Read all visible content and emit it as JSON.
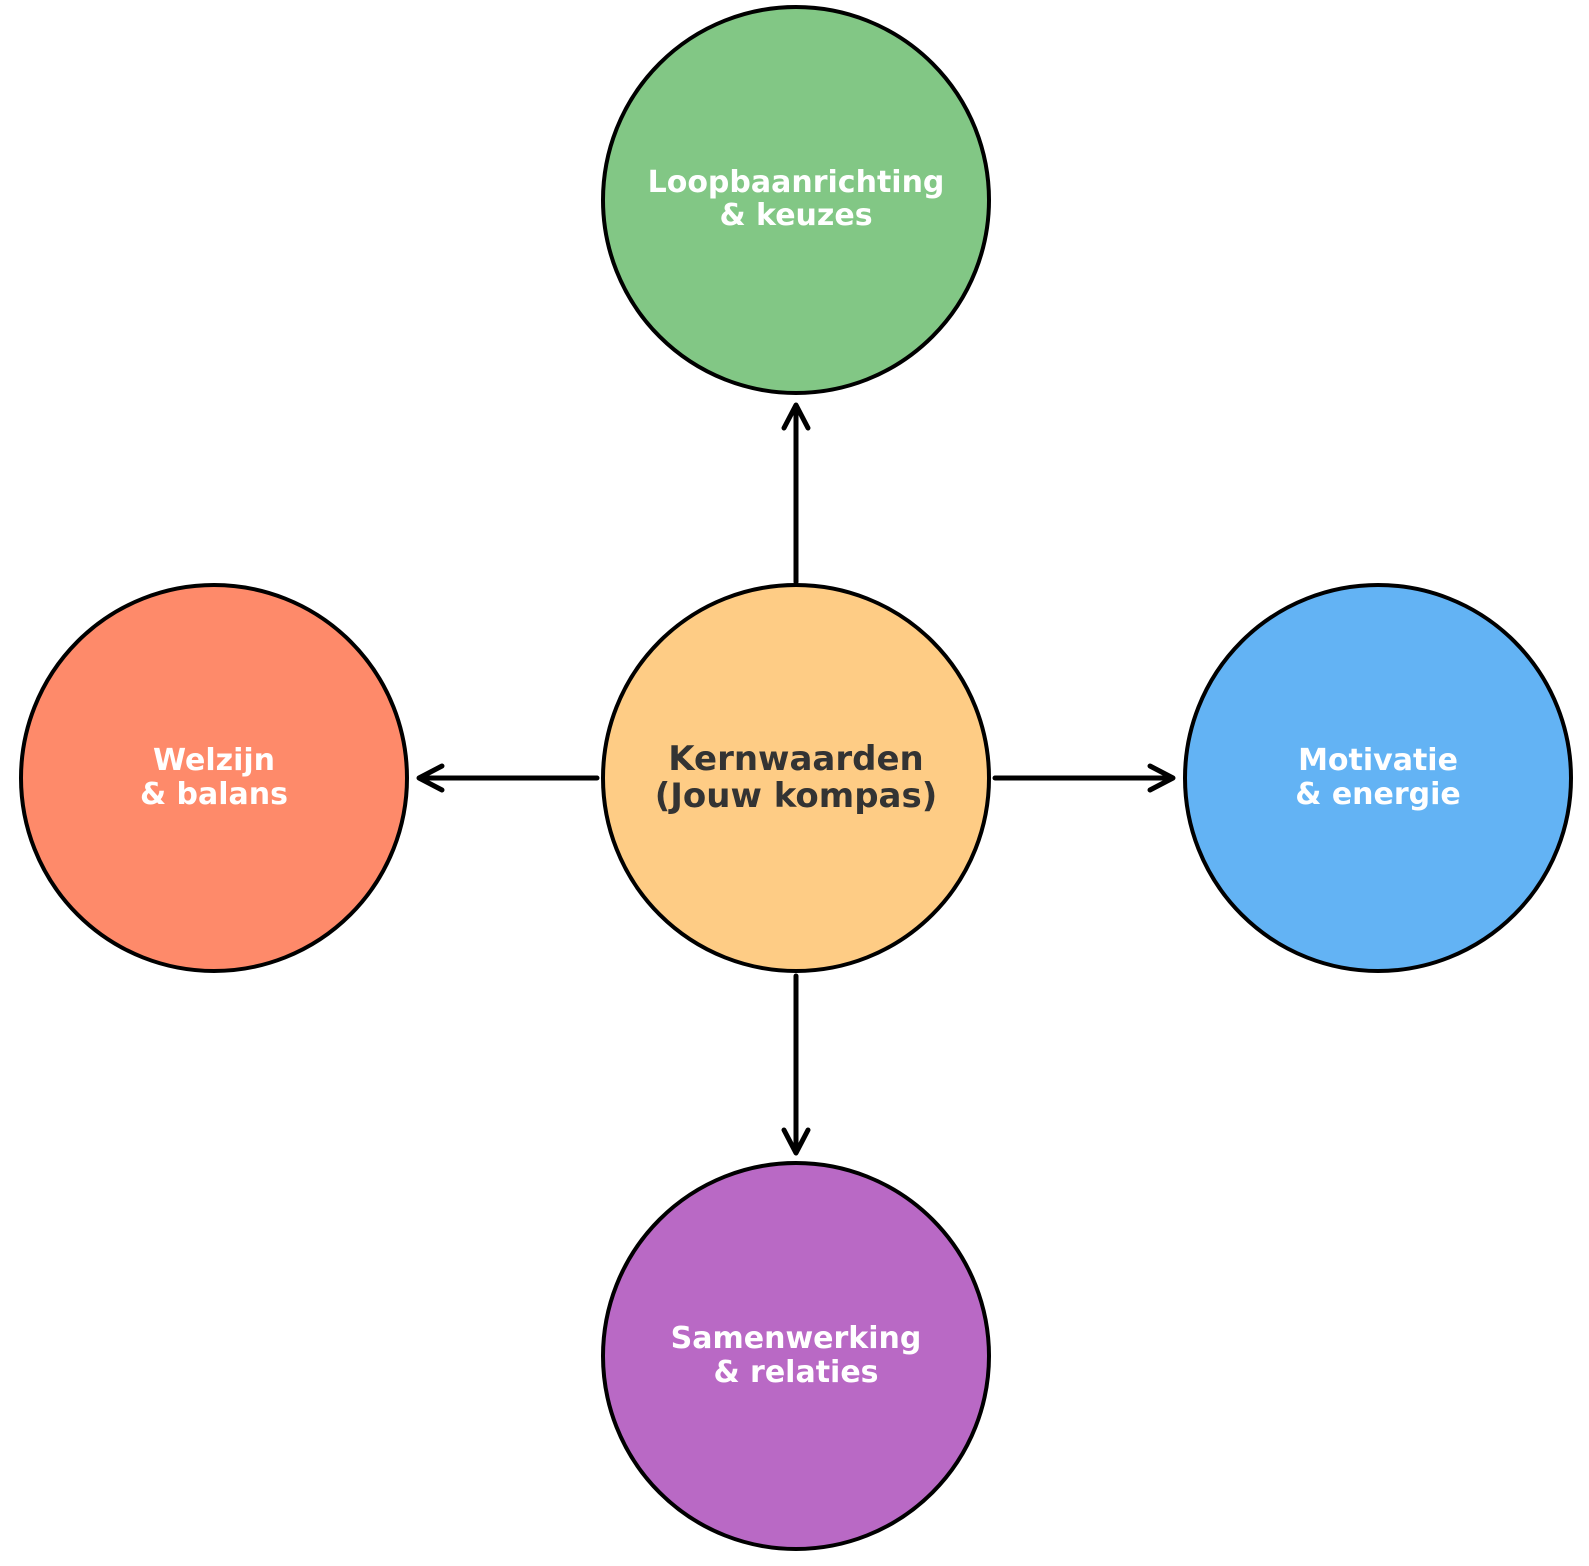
{
  "center": {
    "line1": "Kernwaarden",
    "line2": "(Jouw kompas)",
    "color": "#FECC85"
  },
  "nodes": {
    "top": {
      "line1": "Loopbaanrichting",
      "line2": "& keuzes",
      "color": "#82C785"
    },
    "right": {
      "line1": "Motivatie",
      "line2": "& energie",
      "color": "#63B3F4"
    },
    "bottom": {
      "line1": "Samenwerking",
      "line2": "& relaties",
      "color": "#B969C5"
    },
    "left": {
      "line1": "Welzijn",
      "line2": "& balans",
      "color": "#FE8A6A"
    }
  }
}
